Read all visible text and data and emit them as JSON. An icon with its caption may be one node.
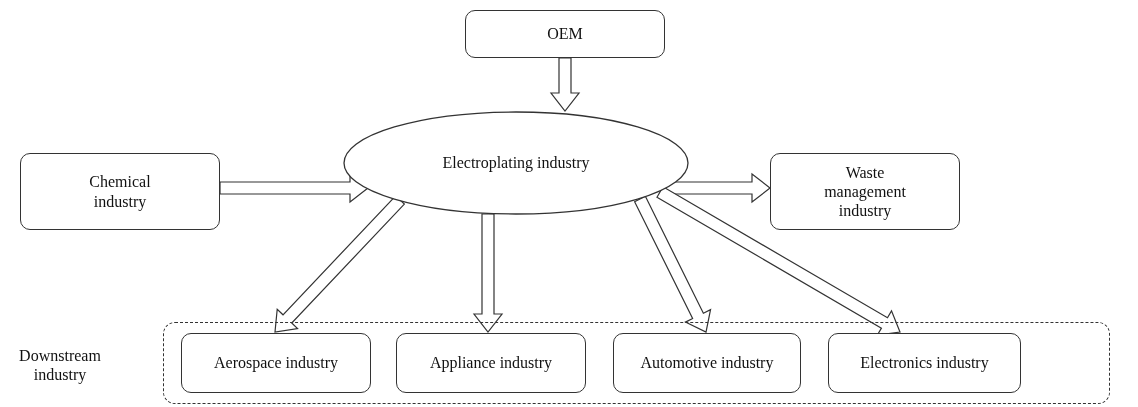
{
  "diagram": {
    "nodes": [
      {
        "text": [
          "OEM"
        ]
      },
      {
        "text": [
          "Chemical industry"
        ]
      },
      {
        "text": [
          "Electroplating industry"
        ]
      },
      {
        "text": [
          "Waste management industry"
        ]
      },
      {
        "text": [],
        "shape": "box",
        "beside": [
          "Downstream industry"
        ]
      },
      {
        "text": [
          "Aerospace industry"
        ],
        "in": 4
      },
      {
        "text": [
          "Appliance industry"
        ],
        "in": 4
      },
      {
        "text": [
          "Automotive industry"
        ],
        "in": 4
      },
      {
        "text": [
          "Electronics industry"
        ],
        "in": 4
      }
    ],
    "edges": [
      {
        "from": 0,
        "to": 2,
        "arrow": "to"
      },
      {
        "from": 1,
        "to": 2,
        "arrow": "to"
      },
      {
        "from": 2,
        "to": 3,
        "arrow": "to"
      },
      {
        "from": 2,
        "to": 5,
        "arrow": "to"
      },
      {
        "from": 2,
        "to": 6,
        "arrow": "to"
      },
      {
        "from": 2,
        "to": 7,
        "arrow": "to"
      },
      {
        "from": 2,
        "to": 8,
        "arrow": "to"
      }
    ]
  }
}
